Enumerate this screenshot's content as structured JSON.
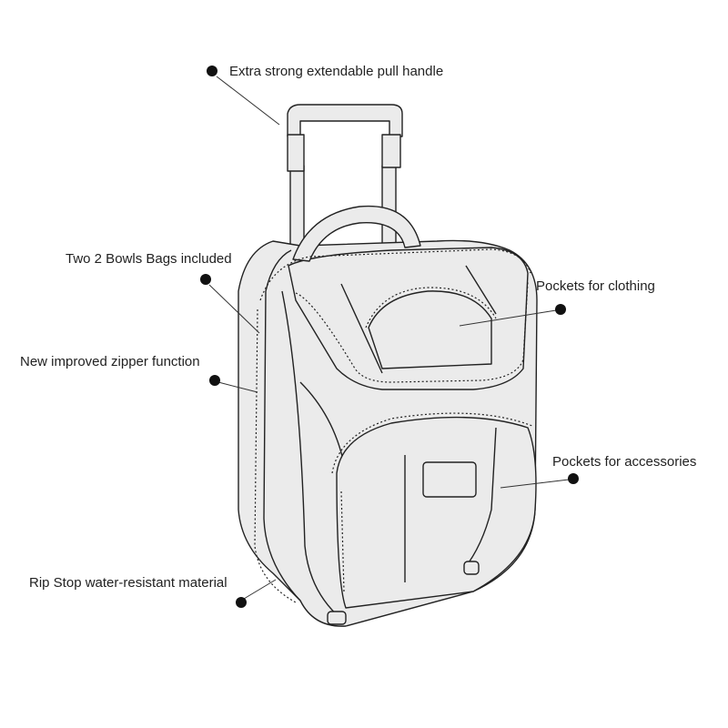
{
  "callouts": {
    "handle": "Extra strong extendable pull handle",
    "bowls": "Two 2 Bowls Bags included",
    "zipper": "New improved zipper function",
    "material": "Rip Stop water-resistant material",
    "clothing": "Pockets for clothing",
    "accessories": "Pockets for accessories"
  },
  "colors": {
    "bag_fill": "#ebebeb",
    "outline": "#222222",
    "dot": "#111111"
  }
}
